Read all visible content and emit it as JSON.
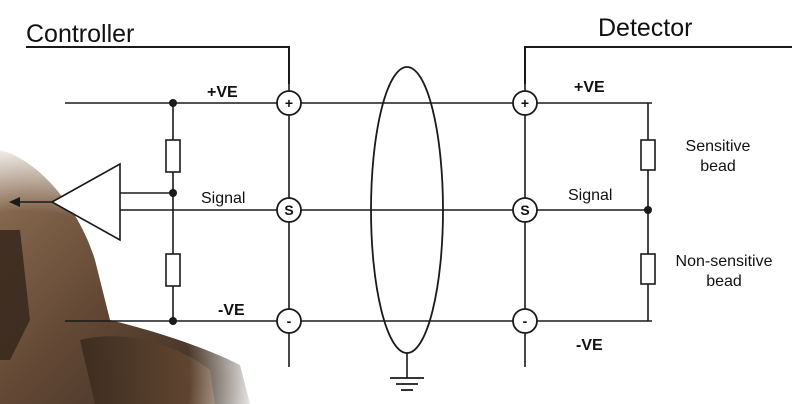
{
  "diagram": {
    "controller_title": "Controller",
    "detector_title": "Detector",
    "left_plus": "+VE",
    "left_minus": "-VE",
    "right_plus": "+VE",
    "right_minus": "-VE",
    "left_signal": "Signal",
    "right_signal": "Signal",
    "sensitive_line1": "Sensitive",
    "sensitive_line2": "bead",
    "nonsensitive_line1": "Non-sensitive",
    "nonsensitive_line2": "bead",
    "terminal_plus": "+",
    "terminal_signal": "S",
    "terminal_minus": "-"
  },
  "colors": {
    "line": "#1a1a1a",
    "background": "#ffffff",
    "object_dark": "#4a3424",
    "object_mid": "#7a5a40"
  }
}
